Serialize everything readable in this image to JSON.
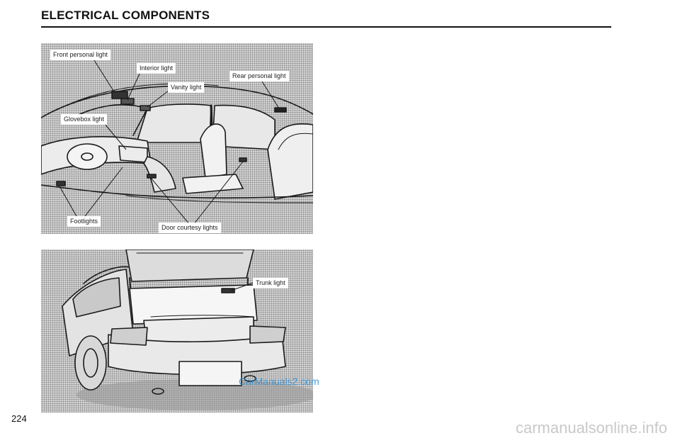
{
  "header": {
    "title": "ELECTRICAL COMPONENTS"
  },
  "figure_top": {
    "callouts": {
      "front_personal_light": "Front personal light",
      "interior_light": "Interior light",
      "rear_personal_light": "Rear personal light",
      "vanity_light": "Vanity light",
      "glovebox_light": "Glovebox light",
      "footlights": "Footlights",
      "door_courtesy_lights": "Door courtesy lights"
    }
  },
  "figure_bottom": {
    "callouts": {
      "trunk_light": "Trunk light"
    },
    "watermark": "CarManuals2.com"
  },
  "footer": {
    "page_number": "224",
    "site": "carmanualsonline.info"
  }
}
